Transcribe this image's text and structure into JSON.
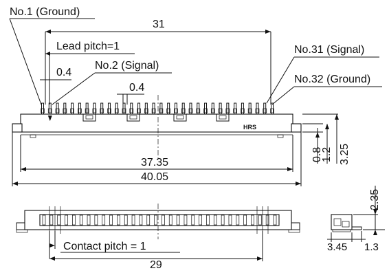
{
  "labels": {
    "no1": "No.1 (Ground)",
    "no2": "No.2 (Signal)",
    "no31": "No.31 (Signal)",
    "no32": "No.32 (Ground)",
    "lead_pitch": "Lead pitch=1",
    "contact_pitch": "Contact pitch = 1",
    "brand": "HRS"
  },
  "dimensions": {
    "top_span": "31",
    "lead_width": "0.4",
    "lead_gap": "0.4",
    "inner_length": "37.35",
    "overall_length": "40.05",
    "height_0_8": "0.8",
    "height_1_2": "1.2",
    "height_3_25": "3.25",
    "bottom_span": "29",
    "side_height": "2.35",
    "side_depth": "3.45",
    "side_offset": "1.3"
  },
  "pin_count": 32
}
